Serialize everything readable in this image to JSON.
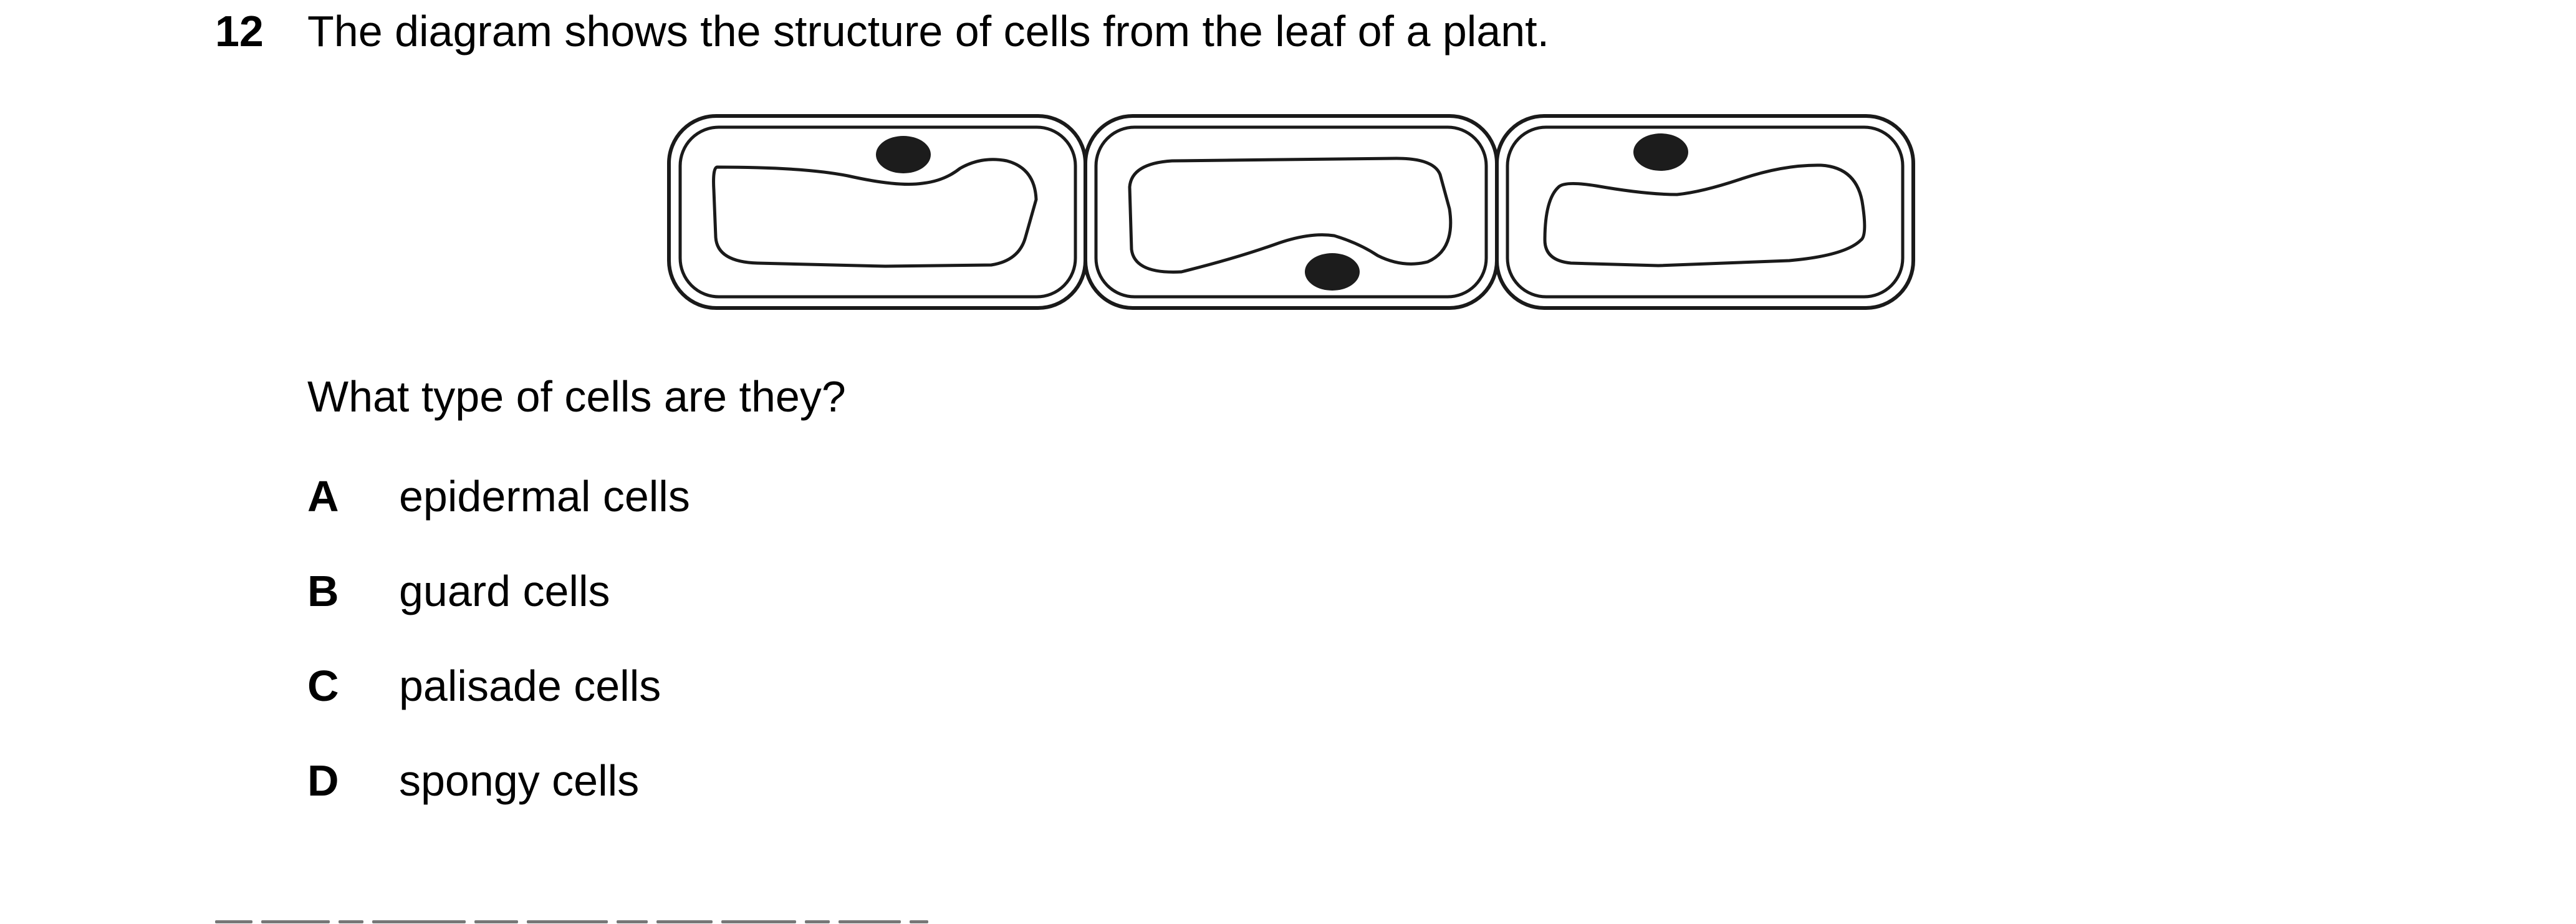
{
  "question": {
    "number": "12",
    "stem": "The diagram shows the structure of cells from the leaf of a plant.",
    "prompt": "What type of cells are they?",
    "options": [
      {
        "letter": "A",
        "text": "epidermal cells"
      },
      {
        "letter": "B",
        "text": "guard cells"
      },
      {
        "letter": "C",
        "text": "palisade cells"
      },
      {
        "letter": "D",
        "text": "spongy cells"
      }
    ]
  }
}
